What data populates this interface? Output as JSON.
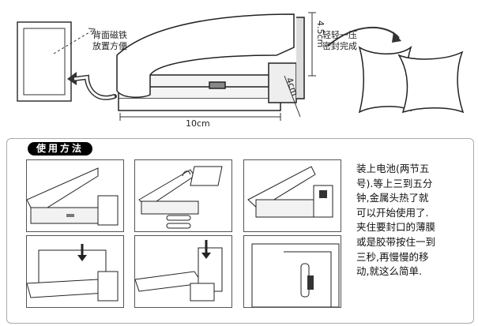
{
  "top": {
    "magnet_label": "背面磁铁\n放置方便",
    "height_label": "4.5cm",
    "depth_label": "4cm",
    "width_label": "10cm",
    "press_label": "轻轻一压\n密封完成"
  },
  "usage": {
    "title": "使用方法",
    "instructions": "装上电池(两节五\n号).等上三到五分\n钟,金属头热了就\n可以开始使用了.\n夹住要封口的薄膜\n或是胶带按住一到\n三秒,再慢慢的移\n动,就这么简单."
  }
}
